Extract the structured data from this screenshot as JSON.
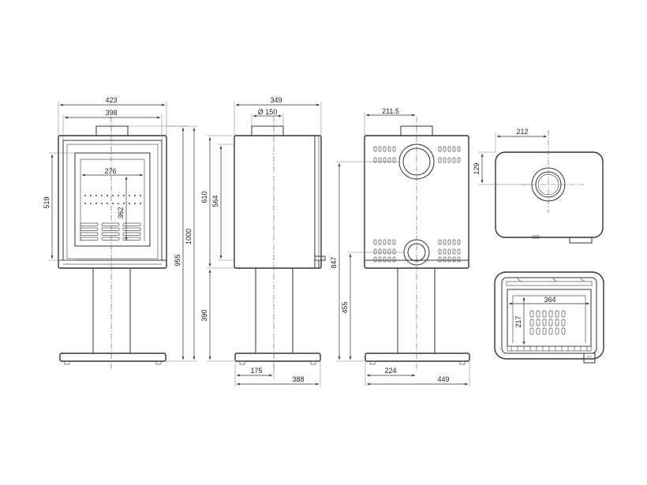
{
  "colors": {
    "line": "#333333",
    "background": "#ffffff"
  },
  "dims": {
    "front_width_outer": "423",
    "front_width_inner": "398",
    "front_window_height": "519",
    "front_total_height": "1000",
    "front_body_height": "955",
    "glass_width": "276",
    "glass_height": "362",
    "side_depth": "349",
    "flue_diameter": "Ø 150",
    "side_body_height": "610",
    "side_door_height": "564",
    "side_pedestal_height": "390",
    "side_pedestal_offset": "175",
    "side_base_depth": "388",
    "rear_flue_center": "211.5",
    "rear_inlet_height": "847",
    "rear_pedestal_height": "455",
    "rear_pedestal_offset": "224",
    "rear_base_width": "449",
    "top_flue_center_x": "212",
    "top_flue_center_y": "129",
    "section_width": "364",
    "section_height": "217"
  }
}
